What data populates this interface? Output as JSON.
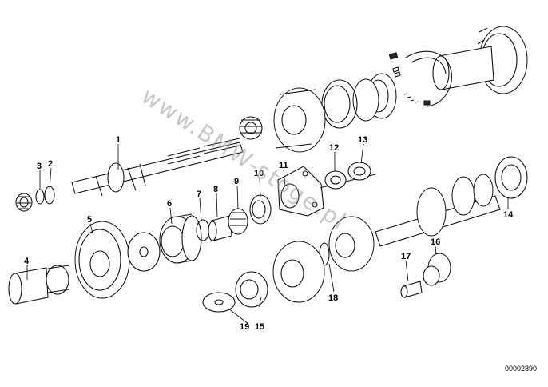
{
  "diagram": {
    "drawing_number": "00002890",
    "watermark": "www.BMW-stoge.pl",
    "callouts": [
      "1",
      "2",
      "3",
      "4",
      "5",
      "6",
      "7",
      "8",
      "9",
      "10",
      "11",
      "12",
      "13",
      "14",
      "15",
      "16",
      "17",
      "18",
      "19"
    ]
  }
}
